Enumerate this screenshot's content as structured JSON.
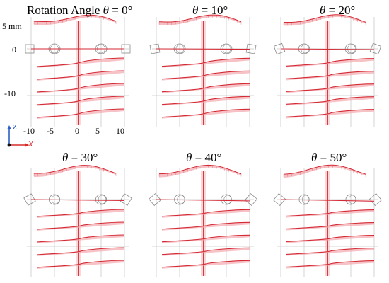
{
  "panels": [
    {
      "title_prefix": "Rotation Angle ",
      "symbol": "θ",
      "equals": " = ",
      "angle": "0°",
      "rotation_deg": 0
    },
    {
      "title_prefix": "",
      "symbol": "θ",
      "equals": " = ",
      "angle": "10°",
      "rotation_deg": 10
    },
    {
      "title_prefix": "",
      "symbol": "θ",
      "equals": " = ",
      "angle": "20°",
      "rotation_deg": 20
    },
    {
      "title_prefix": "",
      "symbol": "θ",
      "equals": " = ",
      "angle": "30°",
      "rotation_deg": 30
    },
    {
      "title_prefix": "",
      "symbol": "θ",
      "equals": " = ",
      "angle": "40°",
      "rotation_deg": 40
    },
    {
      "title_prefix": "",
      "symbol": "θ",
      "equals": " = ",
      "angle": "50°",
      "rotation_deg": 50
    }
  ],
  "scale_label": "5 mm",
  "z_ticks": [
    "0",
    "-10"
  ],
  "x_ticks": [
    "-10",
    "-5",
    "0",
    "5",
    "10"
  ],
  "axes": {
    "x": "x",
    "z": "z"
  },
  "colors": {
    "fiber": "#d42a35",
    "fill": "#f2a8ae",
    "grid": "#c9c9c9",
    "outline": "#8a8a8a",
    "x_axis": "#d92a2a",
    "z_axis": "#2d5fc4",
    "text": "#000000"
  }
}
